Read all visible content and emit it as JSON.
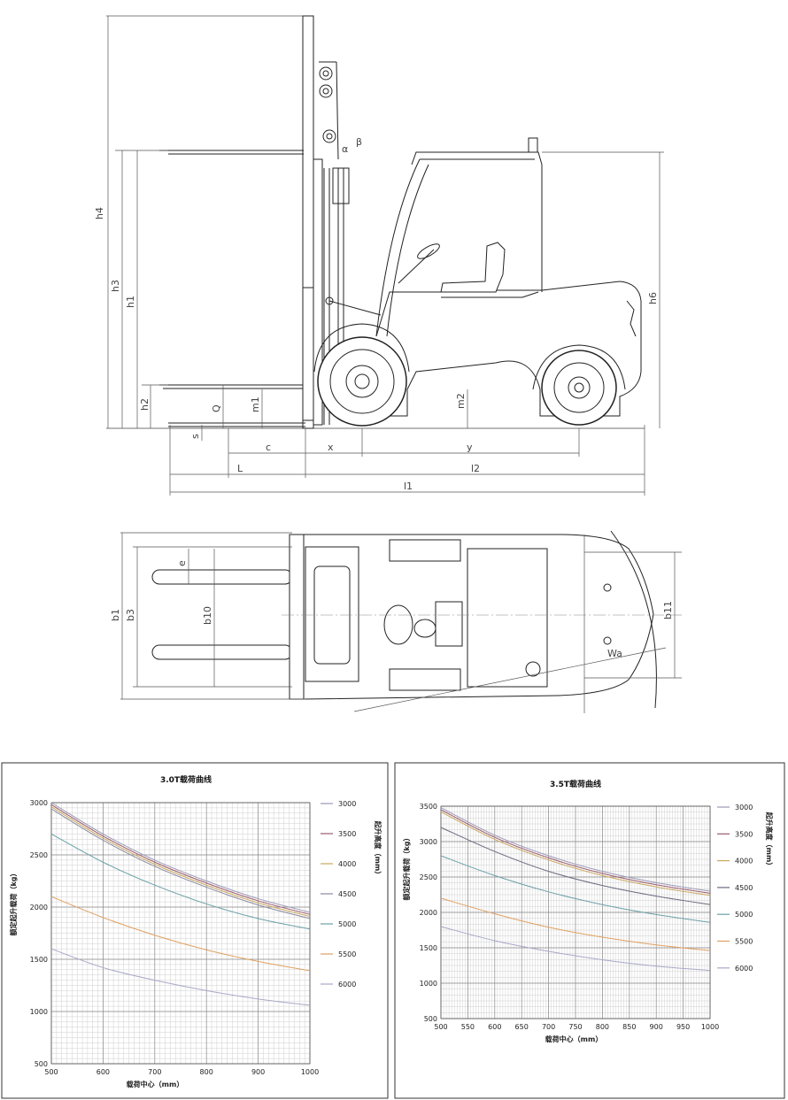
{
  "side_view": {
    "dim_labels": [
      "h4",
      "h3",
      "h1",
      "h2",
      "Q",
      "m1",
      "m2",
      "h6",
      "s",
      "c",
      "x",
      "y",
      "L",
      "l2",
      "l1",
      "α",
      "β"
    ]
  },
  "top_view": {
    "dim_labels": [
      "b1",
      "b3",
      "b10",
      "e",
      "b11",
      "Wa"
    ]
  },
  "charts": [
    {
      "title": "3.0T载荷曲线",
      "xlabel": "载荷中心（mm）",
      "ylabel": "额定起升载荷（kg）",
      "legend_title": "起升高度（mm）"
    },
    {
      "title": "3.5T载荷曲线",
      "xlabel": "载荷中心（mm）",
      "ylabel": "额定起升载荷（kg）",
      "legend_title": "起升高度（mm）"
    }
  ],
  "chart_data": [
    {
      "type": "line",
      "title": "3.0T载荷曲线",
      "xlabel": "载荷中心（mm）",
      "ylabel": "额定起升载荷（kg）",
      "legend_title": "起升高度（mm）",
      "xlim": [
        500,
        1000
      ],
      "ylim": [
        500,
        3000
      ],
      "xticks": [
        500,
        600,
        700,
        800,
        900,
        1000
      ],
      "yticks": [
        500,
        1000,
        1500,
        2000,
        2500,
        3000
      ],
      "grid": true,
      "legend_position": "right",
      "x": [
        500,
        600,
        700,
        800,
        900,
        1000
      ],
      "series": [
        {
          "name": "3000",
          "color": "#9a9ab8",
          "values": [
            3000,
            2700,
            2450,
            2250,
            2080,
            1950
          ]
        },
        {
          "name": "3500",
          "color": "#9a5a6a",
          "values": [
            2980,
            2680,
            2430,
            2230,
            2060,
            1930
          ]
        },
        {
          "name": "4000",
          "color": "#c8a860",
          "values": [
            2960,
            2660,
            2410,
            2210,
            2040,
            1910
          ]
        },
        {
          "name": "4500",
          "color": "#8a8aa0",
          "values": [
            2940,
            2640,
            2390,
            2190,
            2020,
            1890
          ]
        },
        {
          "name": "5000",
          "color": "#6aa0a8",
          "values": [
            2700,
            2430,
            2210,
            2030,
            1890,
            1790
          ]
        },
        {
          "name": "5500",
          "color": "#e0a060",
          "values": [
            2100,
            1900,
            1730,
            1590,
            1480,
            1390
          ]
        },
        {
          "name": "6000",
          "color": "#a8a8c8",
          "values": [
            1600,
            1420,
            1300,
            1200,
            1120,
            1060
          ]
        }
      ]
    },
    {
      "type": "line",
      "title": "3.5T载荷曲线",
      "xlabel": "载荷中心（mm）",
      "ylabel": "额定起升载荷（kg）",
      "legend_title": "起升高度（mm）",
      "xlim": [
        500,
        1000
      ],
      "ylim": [
        500,
        3500
      ],
      "xticks": [
        500,
        550,
        600,
        650,
        700,
        750,
        800,
        850,
        900,
        950,
        1000
      ],
      "yticks": [
        500,
        1000,
        1500,
        2000,
        2500,
        3000,
        3500
      ],
      "grid": true,
      "legend_position": "right",
      "x": [
        500,
        600,
        700,
        800,
        900,
        1000
      ],
      "series": [
        {
          "name": "3000",
          "color": "#9a9ab8",
          "values": [
            3480,
            3090,
            2800,
            2580,
            2420,
            2300
          ]
        },
        {
          "name": "3500",
          "color": "#9a5a6a",
          "values": [
            3450,
            3060,
            2770,
            2550,
            2390,
            2270
          ]
        },
        {
          "name": "4000",
          "color": "#c8a860",
          "values": [
            3420,
            3030,
            2740,
            2520,
            2360,
            2240
          ]
        },
        {
          "name": "4500",
          "color": "#6a6a80",
          "values": [
            3200,
            2860,
            2580,
            2380,
            2230,
            2110
          ]
        },
        {
          "name": "5000",
          "color": "#6aa0a8",
          "values": [
            2800,
            2520,
            2290,
            2110,
            1970,
            1860
          ]
        },
        {
          "name": "5500",
          "color": "#e0a060",
          "values": [
            2200,
            1980,
            1790,
            1650,
            1540,
            1460
          ]
        },
        {
          "name": "6000",
          "color": "#a8a8c8",
          "values": [
            1800,
            1600,
            1450,
            1330,
            1240,
            1180
          ]
        }
      ]
    }
  ]
}
